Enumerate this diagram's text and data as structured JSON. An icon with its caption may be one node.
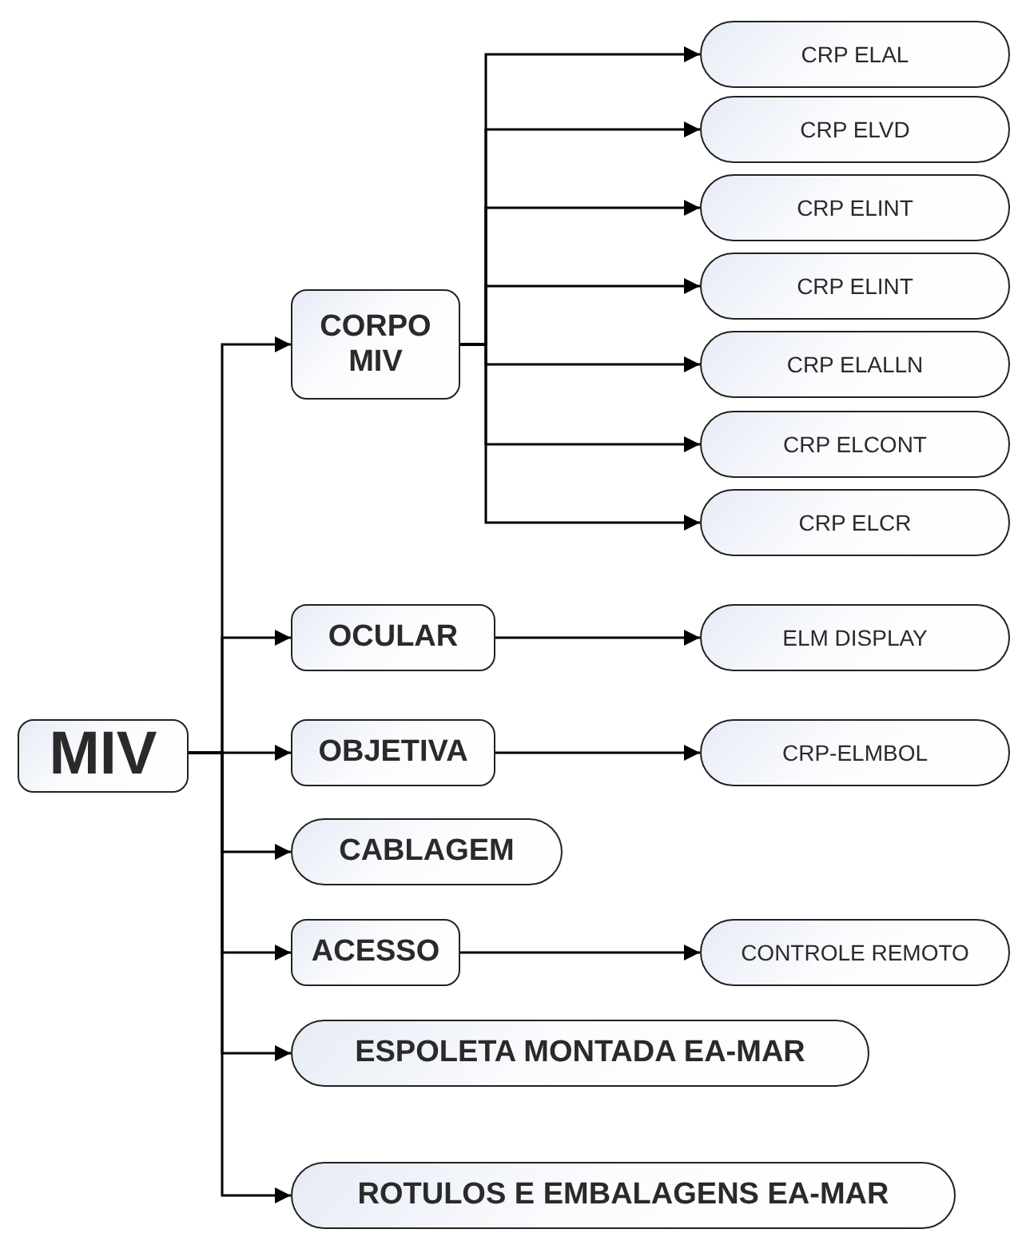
{
  "diagram": {
    "nodes": [
      {
        "text": [
          "MIV"
        ]
      },
      {
        "text": [
          "CORPO MIV"
        ]
      },
      {
        "text": [
          "CRP ELAL"
        ]
      },
      {
        "text": [
          "CRP ELVD"
        ]
      },
      {
        "text": [
          "CRP ELINT"
        ]
      },
      {
        "text": [
          "CRP ELINT"
        ]
      },
      {
        "text": [
          "CRP ELALLN"
        ]
      },
      {
        "text": [
          "CRP ELCONT"
        ]
      },
      {
        "text": [
          "CRP ELCR"
        ]
      },
      {
        "text": [
          "OCULAR"
        ]
      },
      {
        "text": [
          "ELM DISPLAY"
        ]
      },
      {
        "text": [
          "OBJETIVA"
        ]
      },
      {
        "text": [
          "CRP-ELMBOL"
        ]
      },
      {
        "text": [
          "CABLAGEM"
        ]
      },
      {
        "text": [
          "ACESSO"
        ]
      },
      {
        "text": [
          "CONTROLE REMOTO"
        ]
      },
      {
        "text": [
          "ESPOLETA MONTADA EA-MAR"
        ]
      },
      {
        "text": [
          "ROTULOS E EMBALAGENS EA-MAR"
        ]
      }
    ],
    "edges": [
      {
        "from": 0,
        "to": 1,
        "arrow": "to"
      },
      {
        "from": 1,
        "to": 2,
        "arrow": "to"
      },
      {
        "from": 1,
        "to": 3,
        "arrow": "to"
      },
      {
        "from": 1,
        "to": 4,
        "arrow": "to"
      },
      {
        "from": 1,
        "to": 5,
        "arrow": "to"
      },
      {
        "from": 1,
        "to": 6,
        "arrow": "to"
      },
      {
        "from": 1,
        "to": 7,
        "arrow": "to"
      },
      {
        "from": 1,
        "to": 8,
        "arrow": "to"
      },
      {
        "from": 0,
        "to": 9,
        "arrow": "to"
      },
      {
        "from": 9,
        "to": 10,
        "arrow": "to"
      },
      {
        "from": 0,
        "to": 11,
        "arrow": "to"
      },
      {
        "from": 11,
        "to": 12,
        "arrow": "to"
      },
      {
        "from": 0,
        "to": 13,
        "arrow": "to"
      },
      {
        "from": 0,
        "to": 14,
        "arrow": "to"
      },
      {
        "from": 14,
        "to": 15,
        "arrow": "to"
      },
      {
        "from": 0,
        "to": 16,
        "arrow": "to"
      },
      {
        "from": 0,
        "to": 17,
        "arrow": "to"
      }
    ]
  }
}
